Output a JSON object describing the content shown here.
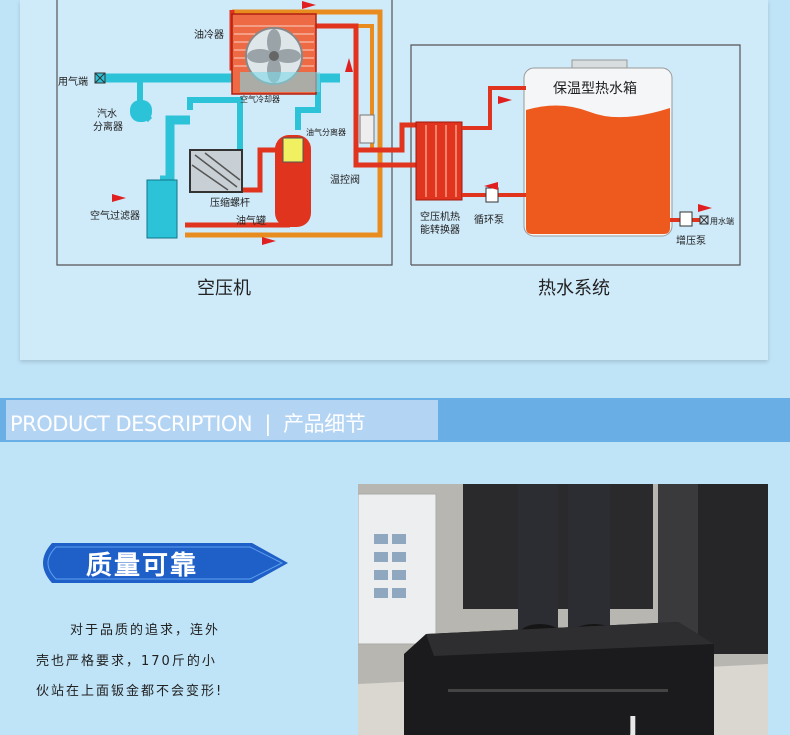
{
  "diagram": {
    "left_section_label": "空压机",
    "right_section_label": "热水系统",
    "labels": {
      "oil_cooler": "油冷器",
      "air_outlet": "用气端",
      "steam_separator_line1": "汽水",
      "steam_separator_line2": "分离器",
      "air_cooler": "空气冷却器",
      "oil_gas_separator": "油气分离器",
      "temp_valve": "温控阀",
      "screw": "压缩螺杆",
      "oil_tank": "油气罐",
      "air_filter": "空气过滤器",
      "tank": "保温型热水箱",
      "exchanger_line1": "空压机热",
      "exchanger_line2": "能转换器",
      "circ_pump": "循环泵",
      "water_outlet": "用水端",
      "booster_pump": "增压泵"
    },
    "colors": {
      "cyan_pipe": "#2cc3d8",
      "hot_pipe": "#e0341e",
      "oil_pipe": "#e88c20",
      "tank_fill": "#ee5a1e",
      "arrow": "#e02020"
    }
  },
  "section_header": {
    "english": "PRODUCT DESCRIPTION",
    "separator": "|",
    "chinese": "产品细节"
  },
  "feature": {
    "badge": "质量可靠",
    "desc_lines": [
      "对于品质的追求，连外",
      "壳也严格要求，170斤的小",
      "伙站在上面钣金都不会变形!"
    ]
  }
}
